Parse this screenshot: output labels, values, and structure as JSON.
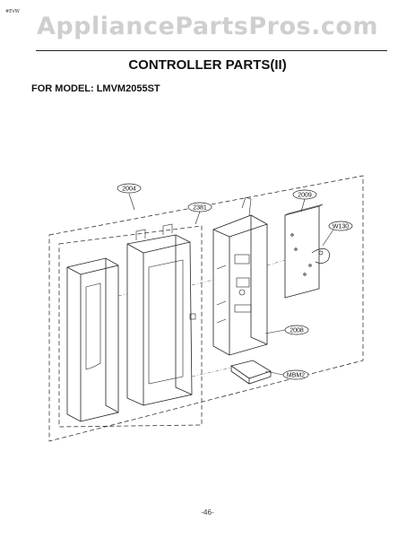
{
  "page_tag": "#EVW",
  "watermark": "AppliancePartsPros.com",
  "title": "CONTROLLER PARTS(II)",
  "model_line": "FOR MODEL: LMVM2055ST",
  "callouts": {
    "c2004": "2004",
    "c2381": "2381",
    "c2009": "2009",
    "cW130": "W130",
    "c2008": "2008",
    "cMBM2": "MBM2"
  },
  "page_number": "-46-"
}
